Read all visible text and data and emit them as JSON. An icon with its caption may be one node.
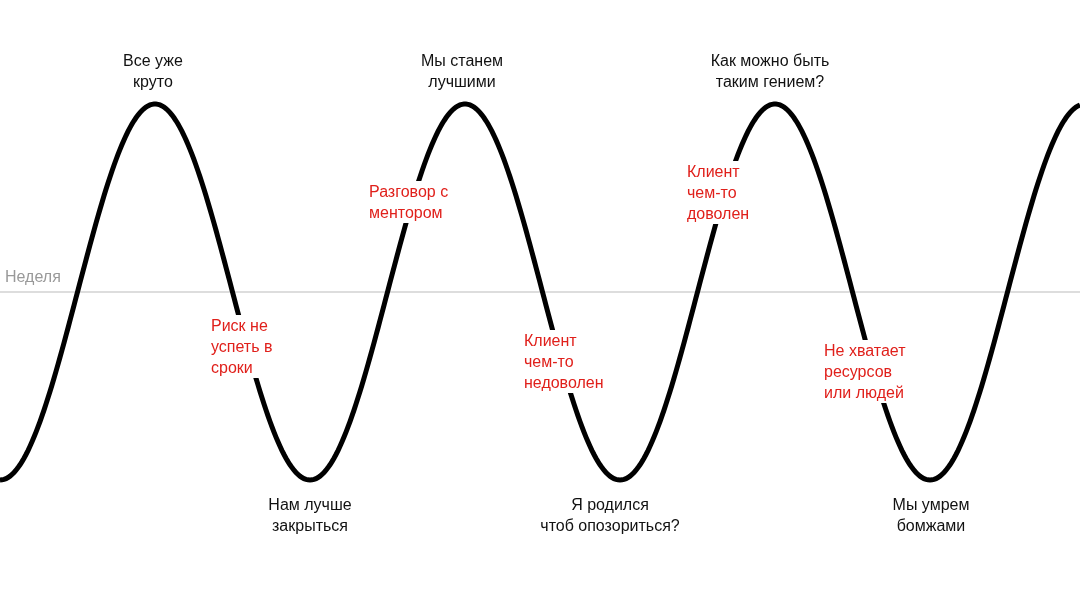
{
  "diagram": {
    "labels": [
      "Все уже круто",
      "Мы станем лучшими",
      "Как можно быть таким гением?",
      "Разговор с ментором",
      "Клиент чем-то доволен",
      "Неделя",
      "Риск не успеть в сроки",
      "Клиент чем-то недоволен",
      "Не хватает ресурсов или людей",
      "Нам лучше закрыться",
      "Я родился чтоб опозориться?",
      "Мы умрем бомжами"
    ]
  }
}
